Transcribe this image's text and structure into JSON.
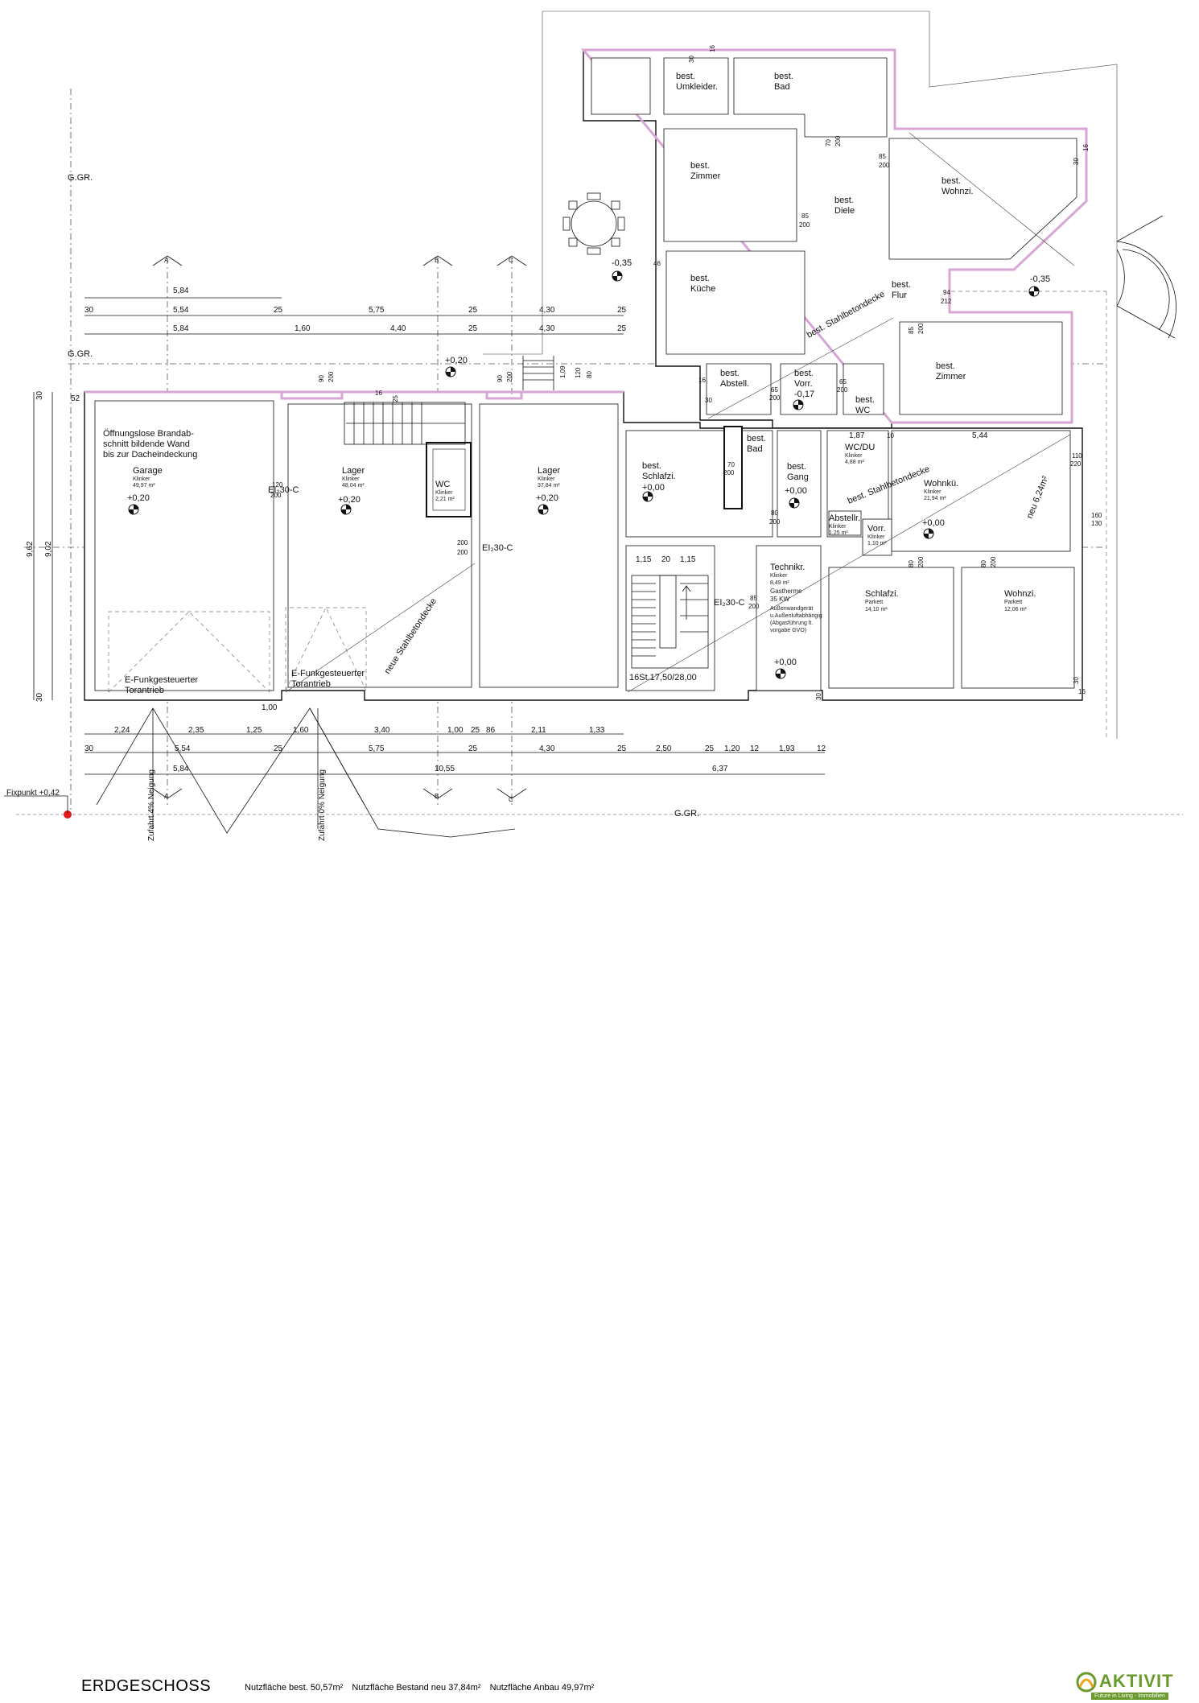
{
  "drawing": {
    "title": "ERDGESCHOSS",
    "area_existing": "Nutzfläche best. 50,57m²",
    "area_existing_new": "Nutzfläche Bestand neu 37,84m²",
    "area_addition": "Nutzfläche Anbau  49,97m²"
  },
  "logo": {
    "name": "AKTIVIT",
    "tagline": "Future in Living - Immobilien"
  },
  "labels": {
    "ggr_top": "G.GR.",
    "ggr_left": "G.GR.",
    "ggr_bottom": "G.GR.",
    "fixpunkt": "Fixpunkt +0,42",
    "axis_a": "A",
    "axis_b": "B",
    "axis_c": "C",
    "level_m035_left": "-0,35",
    "level_m035_right": "-0,35",
    "level_p020_top": "+0,20",
    "stahlbeton_1": "best. Stahlbetondecke",
    "stahlbeton_2": "best. Stahlbetondecke",
    "neue_stahlbeton": "neue Stahlbetondecke",
    "neu_area": "neu 6,24m²",
    "zufahrt_4": "Zufahrt 4% Neigung",
    "zufahrt_0": "Zufahrt 0% Neigung",
    "brandwand_1": "Öffnungslose Brandab-",
    "brandwand_2": "schnitt bildende Wand",
    "brandwand_3": "bis zur Dacheindeckung",
    "torantrieb_1a": "E-Funkgesteuerter",
    "torantrieb_1b": "Torantrieb",
    "torantrieb_2a": "E-Funkgesteuerter",
    "torantrieb_2b": "Torantrieb",
    "ei_door_1": "EI₂30-C",
    "ei_door_2": "EI₂30-C",
    "ei_door_3": "EI₂30-C",
    "stairs": "16St.17,50/28,00",
    "stairs_dim_a": "1,15",
    "stairs_dim_b": "20",
    "stairs_dim_c": "1,15"
  },
  "rooms": {
    "umkleider": [
      "best.",
      "Umkleider."
    ],
    "bad_top": [
      "best.",
      "Bad"
    ],
    "zimmer_top": [
      "best.",
      "Zimmer"
    ],
    "diele": [
      "best.",
      "Diele"
    ],
    "wohnzi_top": [
      "best.",
      "Wohnzi."
    ],
    "kueche": [
      "best.",
      "Küche"
    ],
    "flur": [
      "best.",
      "Flur"
    ],
    "zimmer_right": [
      "best.",
      "Zimmer"
    ],
    "abstell": [
      "best.",
      "Abstell."
    ],
    "vorr": [
      "best.",
      "Vorr.",
      "-0,17"
    ],
    "wc_best": [
      "best.",
      "WC"
    ],
    "schlafzi_best": [
      "best.",
      "Schlafzi.",
      "+0,00"
    ],
    "bad_mid": [
      "best.",
      "Bad"
    ],
    "gang": [
      "best.",
      "Gang",
      "+0,00"
    ],
    "garage": {
      "name": "Garage",
      "floor": "Klinker",
      "area": "49,97 m²",
      "level": "+0,20"
    },
    "lager_1": {
      "name": "Lager",
      "floor": "Klinker",
      "area": "48,04 m²",
      "level": "+0,20"
    },
    "wc_new": {
      "name": "WC",
      "floor": "Klinker",
      "area": "2,21 m²"
    },
    "lager_2": {
      "name": "Lager",
      "floor": "Klinker",
      "area": "37,84 m²",
      "level": "+0,20"
    },
    "wcdu": {
      "name": "WC/DU",
      "floor": "Klinker",
      "area": "4,88 m²"
    },
    "wohnkue": {
      "name": "Wohnkü.",
      "floor": "Klinker",
      "area": "21,94 m²",
      "level": "+0,00"
    },
    "abstellr": {
      "name": "Abstellr.",
      "floor": "Klinker",
      "area": "1,25 m²"
    },
    "vorr_new": {
      "name": "Vorr.",
      "floor": "Klinker",
      "area": "1,10 m²"
    },
    "technikr": {
      "name": "Technikr.",
      "floor": "Klinker",
      "area": "8,49 m²",
      "note1": "Gastherme",
      "note2": "35 KW",
      "note3": "Außenwandgerät",
      "note4": "u.Außenluftabhängig",
      "note5": "(Abgasführung lt.",
      "note6": "vorgabe GVO)",
      "level": "+0,00"
    },
    "schlafzi": {
      "name": "Schlafzi.",
      "floor": "Parkett",
      "area": "14,10 m²"
    },
    "wohnzi": {
      "name": "Wohnzi.",
      "floor": "Parkett",
      "area": "12,06 m²"
    }
  },
  "dims_top": {
    "r1": "5,84",
    "r2": [
      "30",
      "5,54",
      "25",
      "5,75",
      "25",
      "4,30",
      "25"
    ],
    "r3": [
      "5,84",
      "1,60",
      "4,40",
      "25",
      "4,30",
      "25"
    ]
  },
  "dims_bottom": {
    "r1": [
      "2,24",
      "2,35",
      "1,25",
      "1,60",
      "3,40",
      "1,00",
      "25",
      "86",
      "2,11",
      "1,33"
    ],
    "r2": [
      "30",
      "5,54",
      "25",
      "5,75",
      "25",
      "4,30",
      "25",
      "2,50",
      "25",
      "1,20",
      "12",
      "1,93",
      "12"
    ],
    "r3": [
      "5,84",
      "10,55",
      "6,37"
    ],
    "below_1": "1,00"
  },
  "dims_left": {
    "outer": "9,62",
    "inner": "9,02",
    "top30": "30",
    "bot30": "30",
    "w52": "52"
  },
  "dims_misc": {
    "d30a": "30",
    "d16a": "16",
    "d70": "70",
    "d200a": "200",
    "d85a": "85",
    "d200b": "200",
    "d16b": "16",
    "d30b": "30",
    "d85b": "85",
    "d200c": "200",
    "d46": "46",
    "d94": "94",
    "d212": "212",
    "d85c": "85",
    "d200d": "200",
    "d90a": "90",
    "d200e": "200",
    "d90b": "90",
    "d200f": "200",
    "d109": "1,09",
    "d120a": "120",
    "d80a": "80",
    "d16c": "16",
    "d25": "25",
    "d16d": "16",
    "d30c": "30",
    "d65a": "65",
    "d200g": "200",
    "d65b": "65",
    "d200h": "200",
    "d10": "10",
    "d187": "1,87",
    "d544": "5,44",
    "d110": "110",
    "d220": "220",
    "d160": "160",
    "d130": "130",
    "d120b": "120",
    "d200i": "200",
    "d70b": "70",
    "d200j": "200",
    "d80b": "80",
    "d200k": "200",
    "d200l": "200",
    "d200m": "200",
    "d85d": "85",
    "d200n": "200",
    "d80c": "80",
    "d200o": "200",
    "d80d": "80",
    "d200p": "200",
    "d30d": "30",
    "d16e": "16",
    "d30e": "30"
  }
}
